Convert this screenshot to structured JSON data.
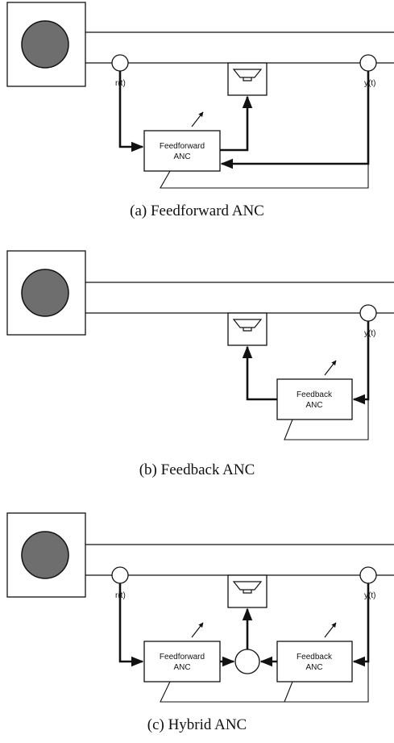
{
  "diagrams": [
    {
      "caption": "(a) Feedforward ANC",
      "reference_label": "r(t)",
      "error_label": "y(t)",
      "controller_lines": [
        "Feedforward",
        "ANC"
      ]
    },
    {
      "caption": "(b) Feedback ANC",
      "error_label": "y(t)",
      "controller_lines": [
        "Feedback",
        "ANC"
      ]
    },
    {
      "caption": "(c) Hybrid ANC",
      "reference_label": "r(t)",
      "error_label": "y(t)",
      "feedforward_lines": [
        "Feedforward",
        "ANC"
      ],
      "feedback_lines": [
        "Feedback",
        "ANC"
      ]
    }
  ],
  "colors": {
    "noise_source_fill": "#6e6e6e",
    "line": "#111111"
  }
}
